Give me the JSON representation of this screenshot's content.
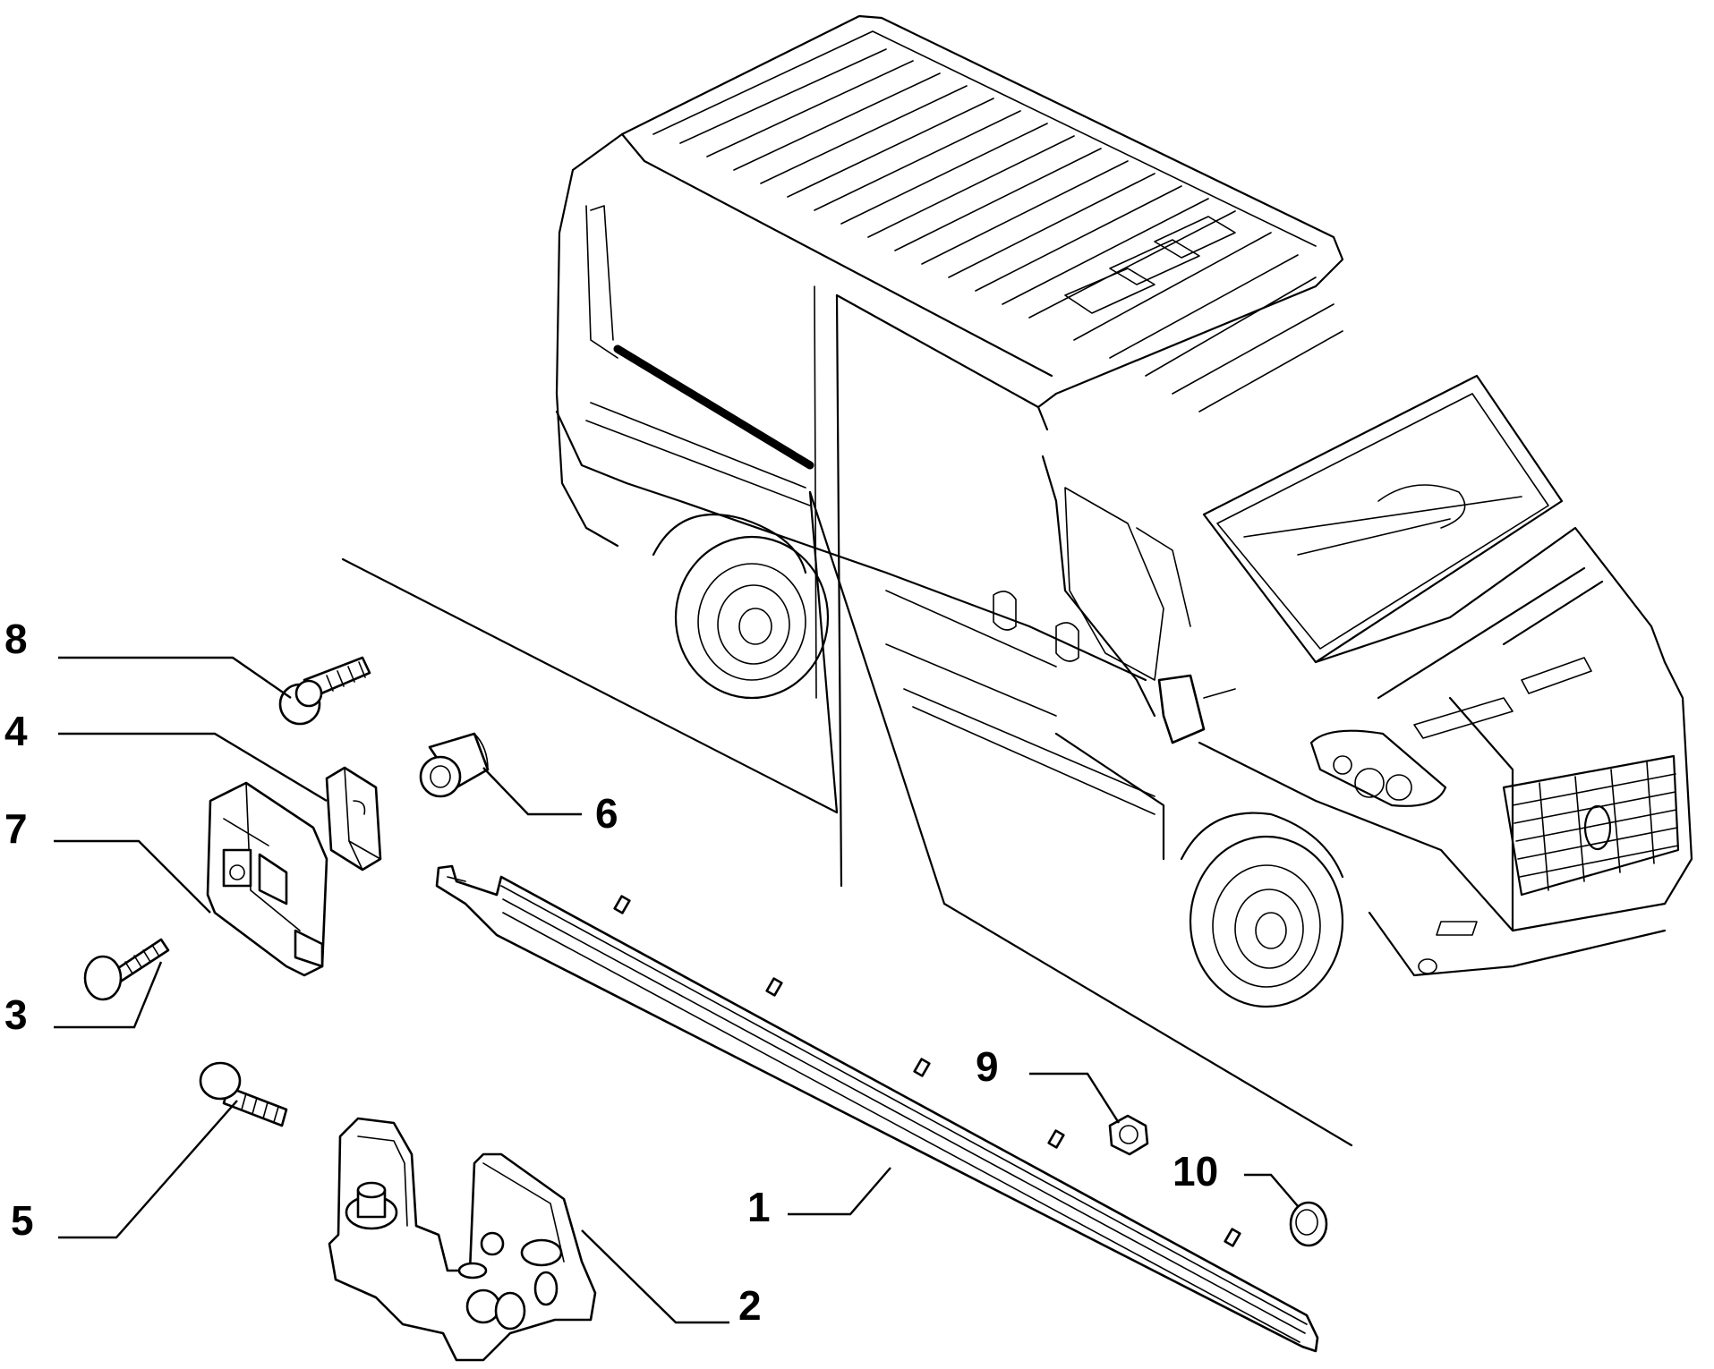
{
  "diagram": {
    "callouts": [
      {
        "id": "c1",
        "label": "1"
      },
      {
        "id": "c2",
        "label": "2"
      },
      {
        "id": "c3",
        "label": "3"
      },
      {
        "id": "c4",
        "label": "4"
      },
      {
        "id": "c5",
        "label": "5"
      },
      {
        "id": "c6",
        "label": "6"
      },
      {
        "id": "c7",
        "label": "7"
      },
      {
        "id": "c8",
        "label": "8"
      },
      {
        "id": "c9",
        "label": "9"
      },
      {
        "id": "c10",
        "label": "10"
      }
    ],
    "colors": {
      "ink": "#000000",
      "paper": "#ffffff"
    }
  }
}
